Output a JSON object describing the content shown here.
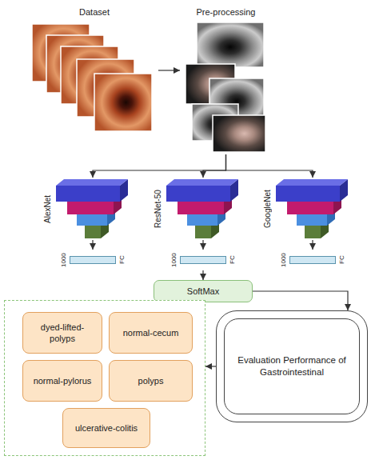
{
  "diagram": {
    "nodes": [
      {
        "text": [
          "Dataset"
        ]
      },
      {
        "text": [
          "Pre-processing"
        ]
      },
      {
        "text": [
          "AlexNet"
        ]
      },
      {
        "text": [
          "ResNet-50"
        ]
      },
      {
        "text": [
          "GoogleNet"
        ]
      },
      {
        "text": [
          "1000",
          "FC"
        ]
      },
      {
        "text": [
          "1000",
          "FC"
        ]
      },
      {
        "text": [
          "1000",
          "FC"
        ]
      },
      {
        "text": [
          "SoftMax"
        ]
      },
      {
        "text": [
          "Evaluation Performance of Gastrointestinal"
        ]
      },
      {
        "text": []
      },
      {
        "text": [
          "dyed-lifted-polyps"
        ],
        "in": 10
      },
      {
        "text": [
          "normal-cecum"
        ],
        "in": 10
      },
      {
        "text": [
          "normal-pylorus"
        ],
        "in": 10
      },
      {
        "text": [
          "polyps"
        ],
        "in": 10
      },
      {
        "text": [
          "ulcerative-colitis"
        ],
        "in": 10
      }
    ],
    "edges": [
      {
        "from": 0,
        "to": 1,
        "arrow": "to"
      },
      {
        "from": 1,
        "to": 2,
        "arrow": "to"
      },
      {
        "from": 1,
        "to": 3,
        "arrow": "to"
      },
      {
        "from": 1,
        "to": 4,
        "arrow": "to"
      },
      {
        "from": 2,
        "to": 5,
        "arrow": "to"
      },
      {
        "from": 3,
        "to": 6,
        "arrow": "to"
      },
      {
        "from": 4,
        "to": 7,
        "arrow": "to"
      },
      {
        "from": 6,
        "to": 8,
        "arrow": "to"
      },
      {
        "from": 8,
        "to": 9,
        "arrow": "to"
      },
      {
        "from": 9,
        "to": 10,
        "arrow": "to"
      }
    ]
  }
}
